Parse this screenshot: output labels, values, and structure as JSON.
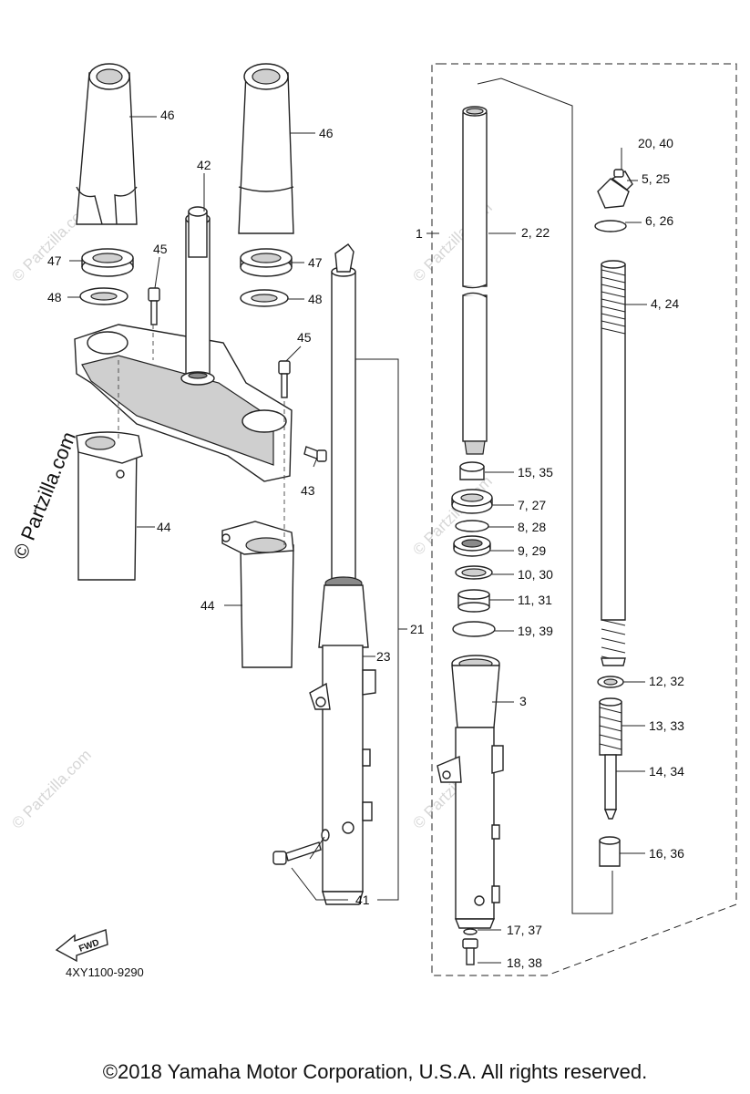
{
  "watermark": {
    "text": "© Partzilla.com",
    "color": "#d6d6d6",
    "emphasis_color": "#111111"
  },
  "diagram_code": "4XY1100-9290",
  "fwd_label": "FWD",
  "copyright": "©2018 Yamaha Motor Corporation, U.S.A. All rights reserved.",
  "callouts": {
    "c46a": "46",
    "c46b": "46",
    "c42": "42",
    "c45a": "45",
    "c45b": "45",
    "c47a": "47",
    "c47b": "47",
    "c48a": "48",
    "c48b": "48",
    "c43": "43",
    "c44a": "44",
    "c44b": "44",
    "c21": "21",
    "c23": "23",
    "c41": "41",
    "c1": "1",
    "c2_22": "2, 22",
    "c3": "3",
    "c20_40": "20, 40",
    "c5_25": "5, 25",
    "c6_26": "6, 26",
    "c4_24": "4, 24",
    "c15_35": "15, 35",
    "c7_27": "7, 27",
    "c8_28": "8, 28",
    "c9_29": "9, 29",
    "c10_30": "10, 30",
    "c11_31": "11, 31",
    "c19_39": "19, 39",
    "c12_32": "12, 32",
    "c13_33": "13, 33",
    "c14_34": "14, 34",
    "c16_36": "16, 36",
    "c17_37": "17, 37",
    "c18_38": "18, 38"
  }
}
